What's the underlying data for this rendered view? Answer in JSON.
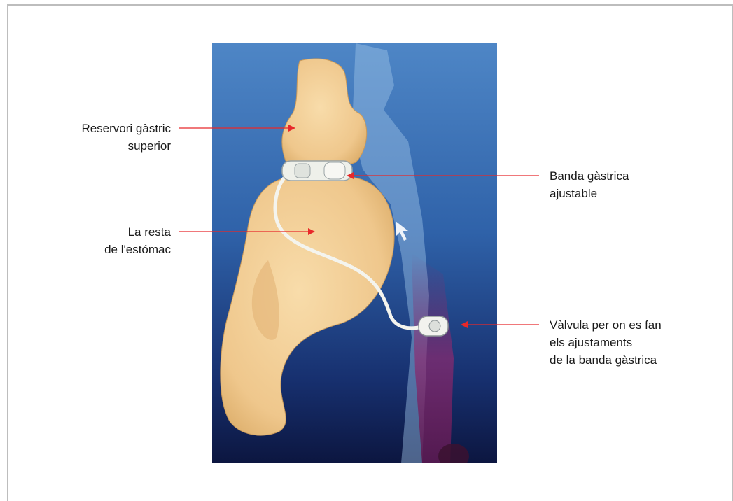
{
  "labels": {
    "upper_pouch": "Reservori gàstric\nsuperior",
    "band": "Banda gàstrica\najustable",
    "rest_of_stomach": "La resta\nde l'estómac",
    "valve": "Vàlvula per on es fan\nels ajustaments\nde la banda gàstrica"
  },
  "colors": {
    "leader": "#e8282a",
    "background_top": "#4f86c4",
    "background_bottom": "#0e1a48",
    "stomach": "#f2cf97",
    "tube": "#f4f4ee"
  }
}
